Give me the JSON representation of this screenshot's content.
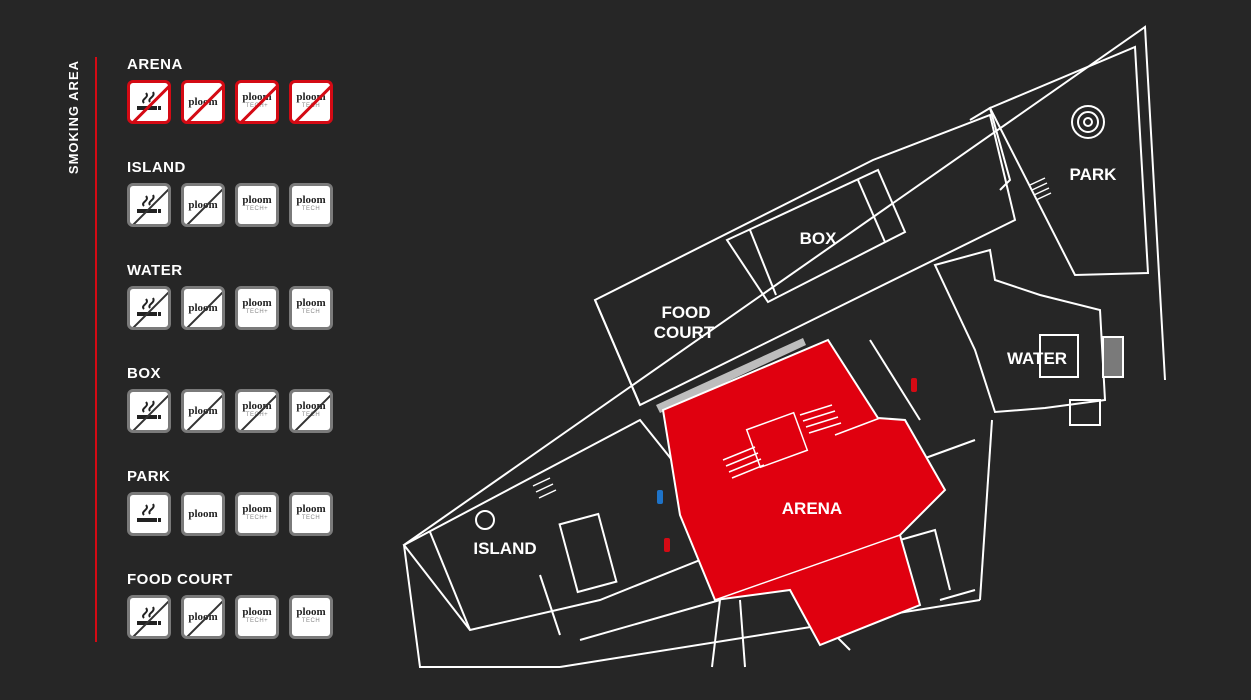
{
  "legend": {
    "title": "SMOKING AREA",
    "zones": [
      {
        "name": "ARENA",
        "icons": [
          {
            "icon": "cigarette-icon",
            "status": "banned"
          },
          {
            "icon": "ploom-icon",
            "brand": "ploom",
            "status": "banned"
          },
          {
            "icon": "ploom-tech-plus-icon",
            "brand": "ploom",
            "sub": "TECH+",
            "status": "banned"
          },
          {
            "icon": "ploom-tech-icon",
            "brand": "ploom",
            "sub": "TECH",
            "status": "banned"
          }
        ]
      },
      {
        "name": "ISLAND",
        "icons": [
          {
            "icon": "cigarette-icon",
            "status": "not-allowed"
          },
          {
            "icon": "ploom-icon",
            "brand": "ploom",
            "status": "not-allowed"
          },
          {
            "icon": "ploom-tech-plus-icon",
            "brand": "ploom",
            "sub": "TECH+",
            "status": "allowed"
          },
          {
            "icon": "ploom-tech-icon",
            "brand": "ploom",
            "sub": "TECH",
            "status": "allowed"
          }
        ]
      },
      {
        "name": "WATER",
        "icons": [
          {
            "icon": "cigarette-icon",
            "status": "not-allowed"
          },
          {
            "icon": "ploom-icon",
            "brand": "ploom",
            "status": "not-allowed"
          },
          {
            "icon": "ploom-tech-plus-icon",
            "brand": "ploom",
            "sub": "TECH+",
            "status": "allowed"
          },
          {
            "icon": "ploom-tech-icon",
            "brand": "ploom",
            "sub": "TECH",
            "status": "allowed"
          }
        ]
      },
      {
        "name": "BOX",
        "icons": [
          {
            "icon": "cigarette-icon",
            "status": "not-allowed"
          },
          {
            "icon": "ploom-icon",
            "brand": "ploom",
            "status": "not-allowed"
          },
          {
            "icon": "ploom-tech-plus-icon",
            "brand": "ploom",
            "sub": "TECH+",
            "status": "not-allowed"
          },
          {
            "icon": "ploom-tech-icon",
            "brand": "ploom",
            "sub": "TECH",
            "status": "not-allowed"
          }
        ]
      },
      {
        "name": "PARK",
        "icons": [
          {
            "icon": "cigarette-icon",
            "status": "allowed"
          },
          {
            "icon": "ploom-icon",
            "brand": "ploom",
            "status": "allowed"
          },
          {
            "icon": "ploom-tech-plus-icon",
            "brand": "ploom",
            "sub": "TECH+",
            "status": "allowed"
          },
          {
            "icon": "ploom-tech-icon",
            "brand": "ploom",
            "sub": "TECH",
            "status": "allowed"
          }
        ]
      },
      {
        "name": "FOOD COURT",
        "icons": [
          {
            "icon": "cigarette-icon",
            "status": "not-allowed"
          },
          {
            "icon": "ploom-icon",
            "brand": "ploom",
            "status": "not-allowed"
          },
          {
            "icon": "ploom-tech-plus-icon",
            "brand": "ploom",
            "sub": "TECH+",
            "status": "allowed"
          },
          {
            "icon": "ploom-tech-icon",
            "brand": "ploom",
            "sub": "TECH",
            "status": "allowed"
          }
        ]
      }
    ]
  },
  "map": {
    "labels": {
      "park": "PARK",
      "box": "BOX",
      "food_court_line1": "FOOD",
      "food_court_line2": "COURT",
      "water": "WATER",
      "arena": "ARENA",
      "island": "ISLAND"
    }
  },
  "colors": {
    "background": "#262626",
    "accent_red": "#d40a14",
    "arena_fill": "#e0000f",
    "lines": "#ffffff"
  }
}
